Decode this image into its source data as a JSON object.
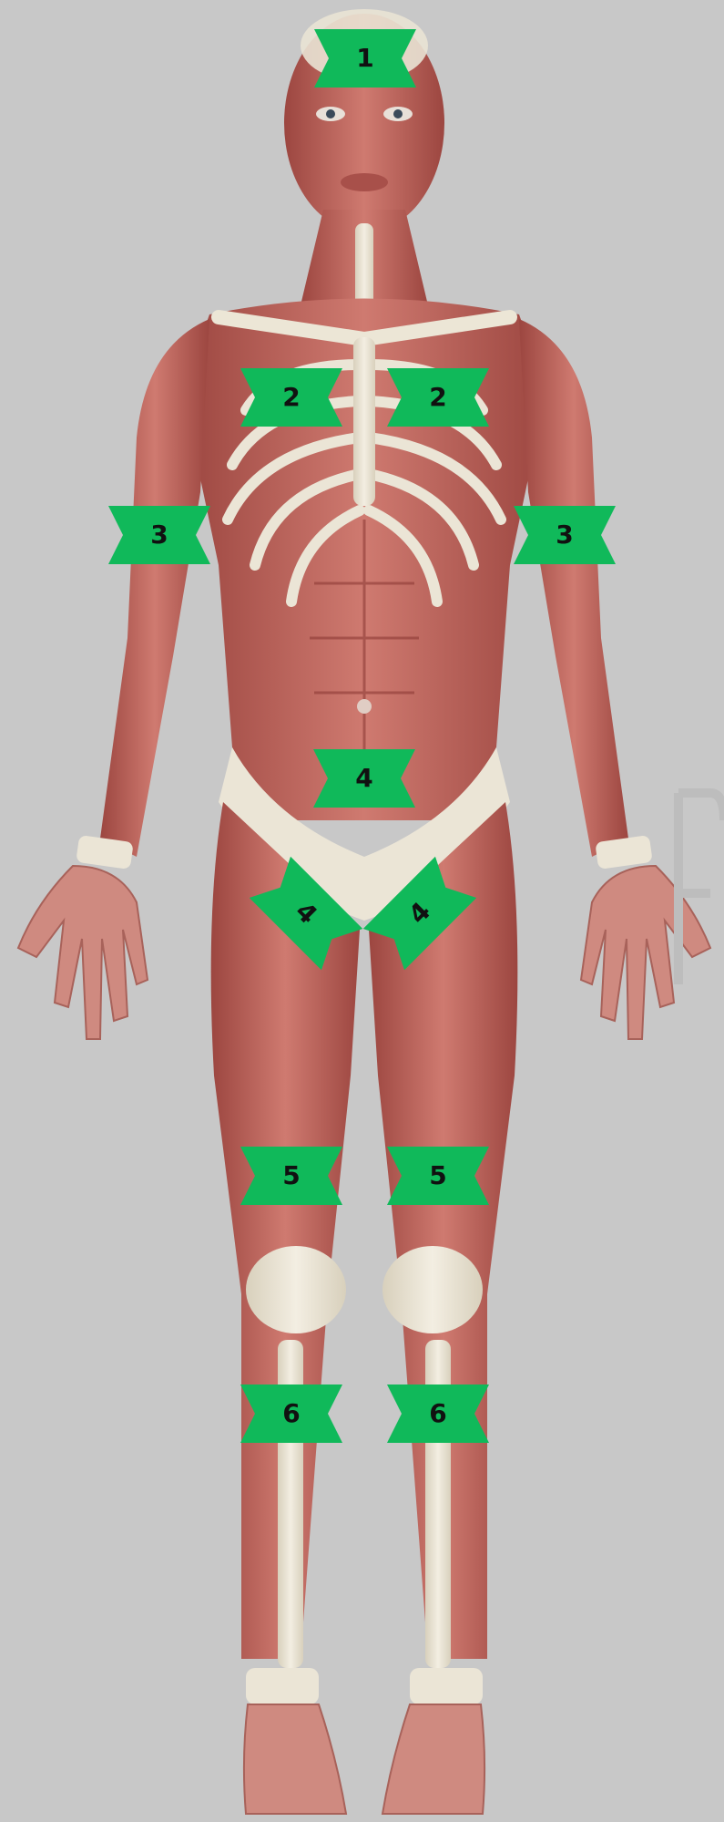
{
  "colors": {
    "background": "#c8c8c8",
    "marker_fill": "#10b95a",
    "marker_text": "#111111",
    "muscle": "#c0605a",
    "muscle_dark": "#8e3b36",
    "bone": "#e8e2d2"
  },
  "markers": [
    {
      "id": "head",
      "label": "1"
    },
    {
      "id": "chest-right",
      "label": "2"
    },
    {
      "id": "chest-left",
      "label": "2"
    },
    {
      "id": "arm-right",
      "label": "3"
    },
    {
      "id": "arm-left",
      "label": "3"
    },
    {
      "id": "abdomen",
      "label": "4"
    },
    {
      "id": "hip-right",
      "label": "4"
    },
    {
      "id": "hip-left",
      "label": "4"
    },
    {
      "id": "thigh-right",
      "label": "5"
    },
    {
      "id": "thigh-left",
      "label": "5"
    },
    {
      "id": "shin-right",
      "label": "6"
    },
    {
      "id": "shin-left",
      "label": "6"
    }
  ]
}
